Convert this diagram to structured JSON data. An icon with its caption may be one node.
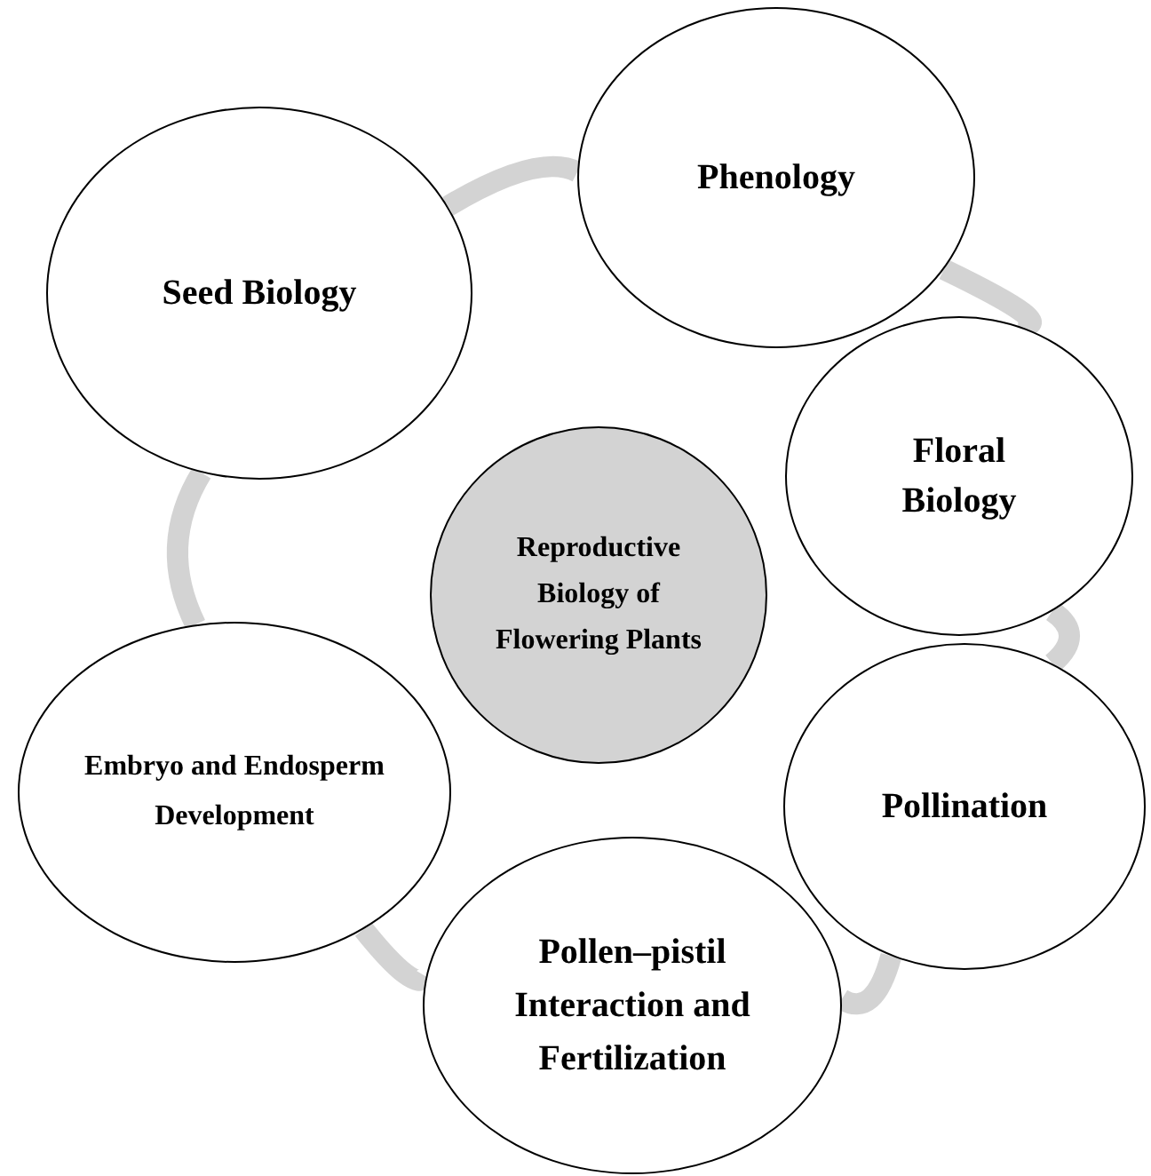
{
  "diagram": {
    "nodes": [
      {
        "text": [
          "Reproductive Biology of Flowering Plants"
        ]
      },
      {
        "text": [
          "Phenology"
        ]
      },
      {
        "text": [
          "Floral Biology"
        ]
      },
      {
        "text": [
          "Pollination"
        ]
      },
      {
        "text": [
          "Pollen–pistil Interaction and Fertilization"
        ]
      },
      {
        "text": [
          "Embryo and Endosperm Development"
        ]
      },
      {
        "text": [
          "Seed Biology"
        ]
      }
    ],
    "edges": [
      {
        "from": 1,
        "to": 2,
        "arrow": "none"
      },
      {
        "from": 2,
        "to": 3,
        "arrow": "none"
      },
      {
        "from": 3,
        "to": 4,
        "arrow": "none"
      },
      {
        "from": 4,
        "to": 5,
        "arrow": "none"
      },
      {
        "from": 5,
        "to": 6,
        "arrow": "none"
      },
      {
        "from": 6,
        "to": 1,
        "arrow": "none"
      }
    ]
  }
}
